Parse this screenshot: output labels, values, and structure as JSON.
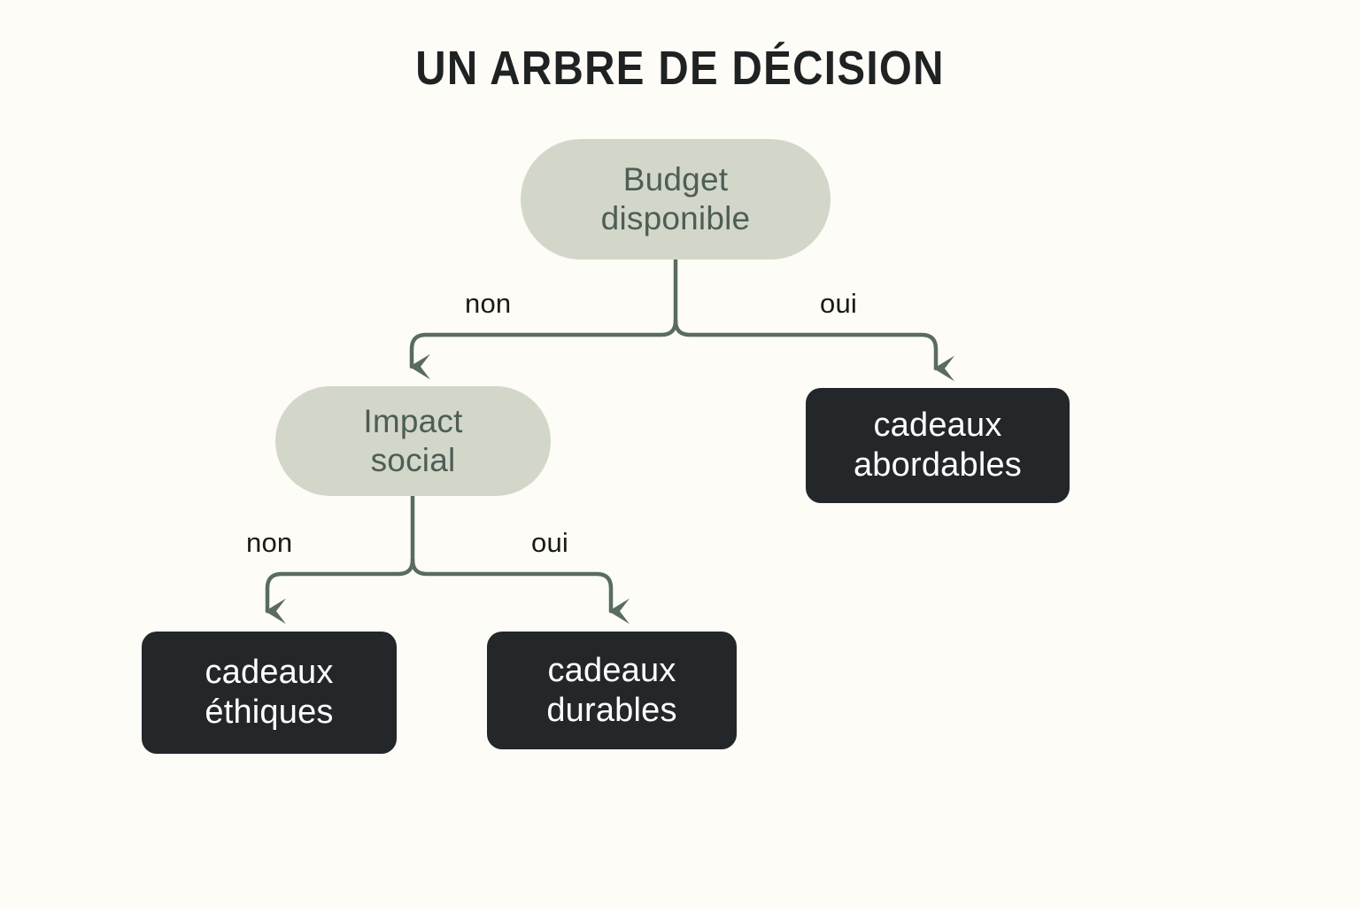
{
  "page": {
    "title": "UN ARBRE DE DÉCISION",
    "background_color": "#fdfcf7",
    "title_color": "#1e2223"
  },
  "theme": {
    "decision_node_fill": "#d3d7ca",
    "decision_node_text": "#4d5e55",
    "leaf_node_fill": "#23272a",
    "leaf_node_text": "#ffffff",
    "edge_color": "#5a6b60",
    "edge_label_color": "#1a1a1a"
  },
  "chart_data": {
    "type": "diagram",
    "diagram_kind": "decision-tree",
    "title": "UN ARBRE DE DÉCISION",
    "nodes": [
      {
        "id": "root",
        "label": "Budget\ndisponible",
        "kind": "decision",
        "level": 0
      },
      {
        "id": "impact",
        "label": "Impact\nsocial",
        "kind": "decision",
        "level": 1
      },
      {
        "id": "abord",
        "label": "cadeaux\nabordables",
        "kind": "leaf",
        "level": 1
      },
      {
        "id": "ethiq",
        "label": "cadeaux\néthiques",
        "kind": "leaf",
        "level": 2
      },
      {
        "id": "durab",
        "label": "cadeaux\ndurables",
        "kind": "leaf",
        "level": 2
      }
    ],
    "edges": [
      {
        "from": "root",
        "to": "impact",
        "label": "non"
      },
      {
        "from": "root",
        "to": "abord",
        "label": "oui"
      },
      {
        "from": "impact",
        "to": "ethiq",
        "label": "non"
      },
      {
        "from": "impact",
        "to": "durab",
        "label": "oui"
      }
    ]
  },
  "nodes": {
    "root": {
      "label": "Budget\ndisponible"
    },
    "impact": {
      "label": "Impact\nsocial"
    },
    "abord": {
      "label": "cadeaux\nabordables"
    },
    "ethiq": {
      "label": "cadeaux\néthiques"
    },
    "durab": {
      "label": "cadeaux\ndurables"
    }
  },
  "edge_labels": {
    "root_non": "non",
    "root_oui": "oui",
    "impact_non": "non",
    "impact_oui": "oui"
  }
}
